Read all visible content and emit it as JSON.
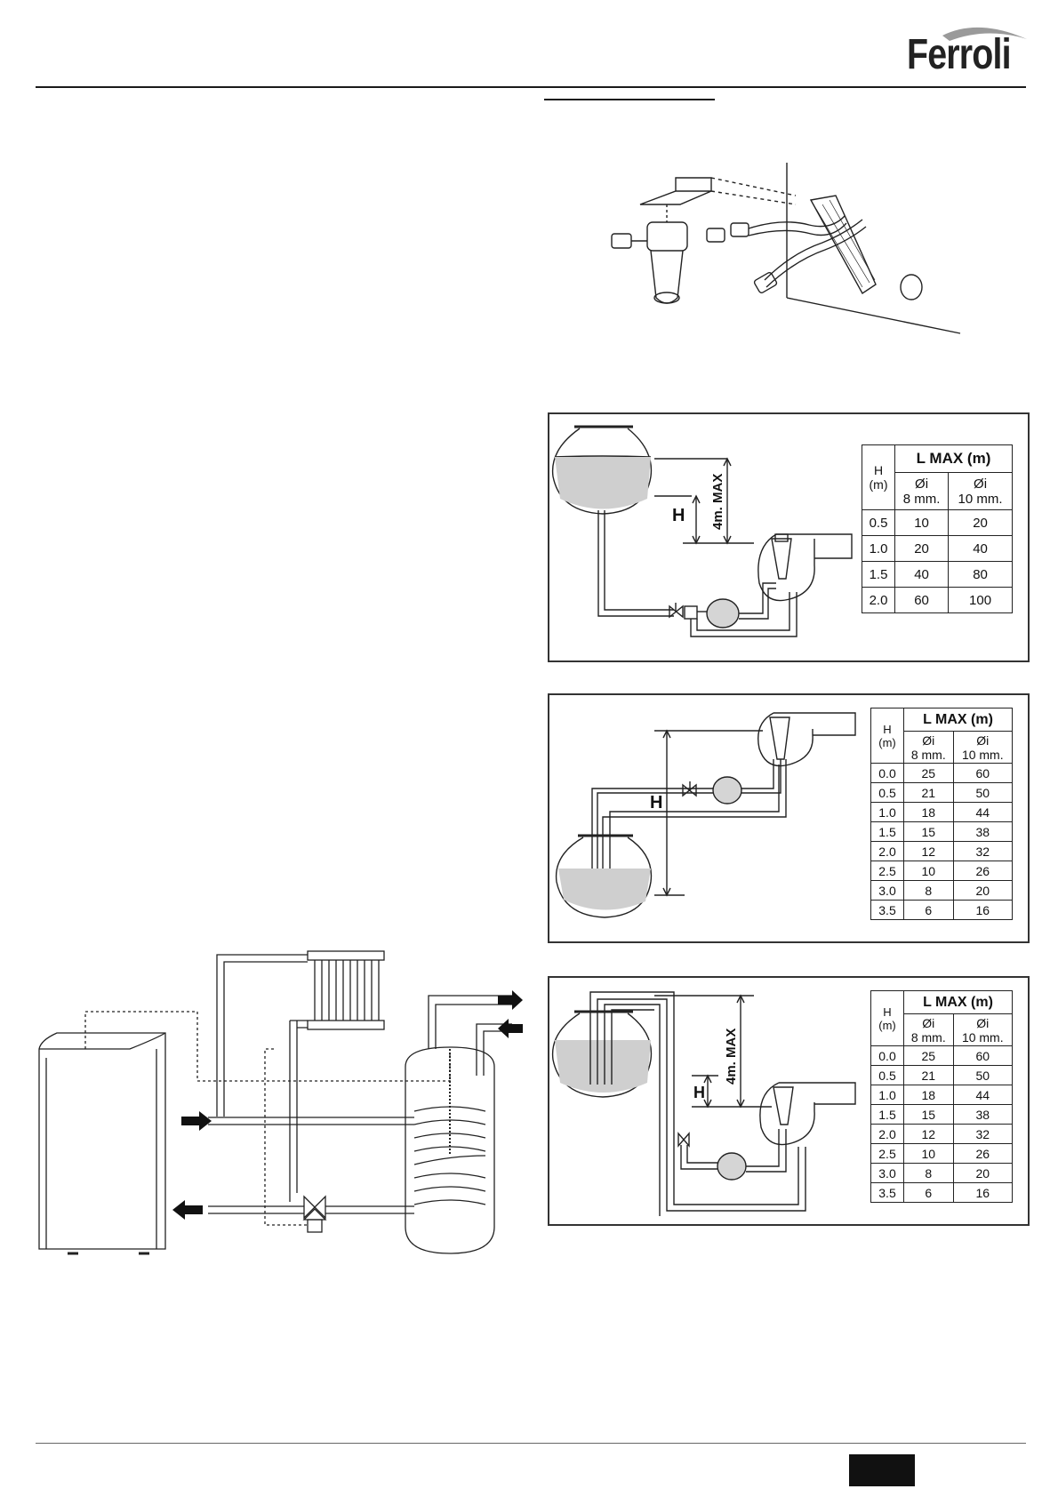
{
  "header": {
    "brand": "Ferroli"
  },
  "panel_a": {
    "labels": {
      "max_height": "4m. MAX",
      "h": "H"
    },
    "table": {
      "h_header": [
        "H",
        "(m)"
      ],
      "title": "L MAX (m)",
      "col1": [
        "Øi",
        "8 mm."
      ],
      "col2": [
        "Øi",
        "10 mm."
      ],
      "rows": [
        {
          "h": "0.5",
          "d8": "10",
          "d10": "20"
        },
        {
          "h": "1.0",
          "d8": "20",
          "d10": "40"
        },
        {
          "h": "1.5",
          "d8": "40",
          "d10": "80"
        },
        {
          "h": "2.0",
          "d8": "60",
          "d10": "100"
        }
      ]
    }
  },
  "panel_b": {
    "labels": {
      "h": "H"
    },
    "table": {
      "h_header": [
        "H",
        "(m)"
      ],
      "title": "L MAX (m)",
      "col1": [
        "Øi",
        "8 mm."
      ],
      "col2": [
        "Øi",
        "10 mm."
      ],
      "rows": [
        {
          "h": "0.0",
          "d8": "25",
          "d10": "60"
        },
        {
          "h": "0.5",
          "d8": "21",
          "d10": "50"
        },
        {
          "h": "1.0",
          "d8": "18",
          "d10": "44"
        },
        {
          "h": "1.5",
          "d8": "15",
          "d10": "38"
        },
        {
          "h": "2.0",
          "d8": "12",
          "d10": "32"
        },
        {
          "h": "2.5",
          "d8": "10",
          "d10": "26"
        },
        {
          "h": "3.0",
          "d8": "8",
          "d10": "20"
        },
        {
          "h": "3.5",
          "d8": "6",
          "d10": "16"
        }
      ]
    }
  },
  "panel_c": {
    "labels": {
      "max_height": "4m. MAX",
      "h": "H"
    },
    "table": {
      "h_header": [
        "H",
        "(m)"
      ],
      "title": "L MAX (m)",
      "col1": [
        "Øi",
        "8 mm."
      ],
      "col2": [
        "Øi",
        "10 mm."
      ],
      "rows": [
        {
          "h": "0.0",
          "d8": "25",
          "d10": "60"
        },
        {
          "h": "0.5",
          "d8": "21",
          "d10": "50"
        },
        {
          "h": "1.0",
          "d8": "18",
          "d10": "44"
        },
        {
          "h": "1.5",
          "d8": "15",
          "d10": "38"
        },
        {
          "h": "2.0",
          "d8": "12",
          "d10": "32"
        },
        {
          "h": "2.5",
          "d8": "10",
          "d10": "26"
        },
        {
          "h": "3.0",
          "d8": "8",
          "d10": "20"
        },
        {
          "h": "3.5",
          "d8": "6",
          "d10": "16"
        }
      ]
    }
  }
}
